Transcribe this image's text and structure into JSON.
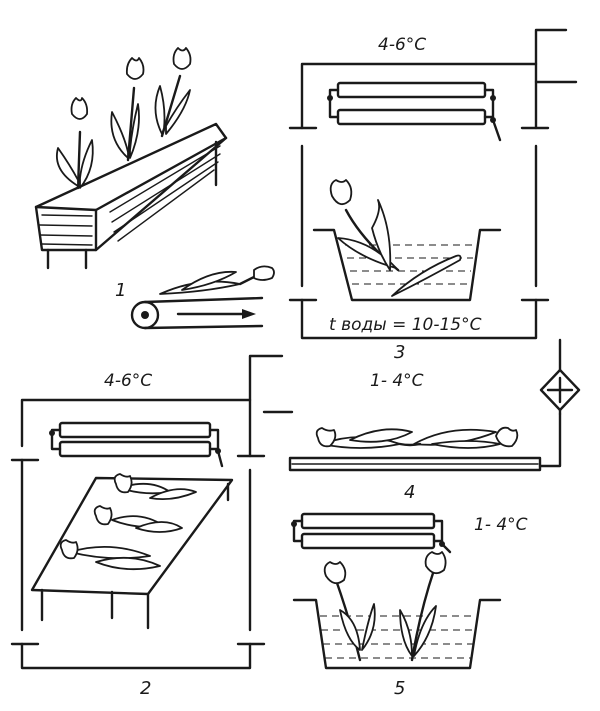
{
  "panels": {
    "p1": {
      "number": "1"
    },
    "p2": {
      "number": "2",
      "temperature": "4-6°C"
    },
    "p3": {
      "number": "3",
      "temperature": "4-6°C",
      "water_temperature": "t воды = 10-15°C"
    },
    "p4": {
      "number": "4",
      "temperature": "1- 4°C"
    },
    "p5": {
      "number": "5",
      "temperature": "1- 4°C"
    }
  }
}
